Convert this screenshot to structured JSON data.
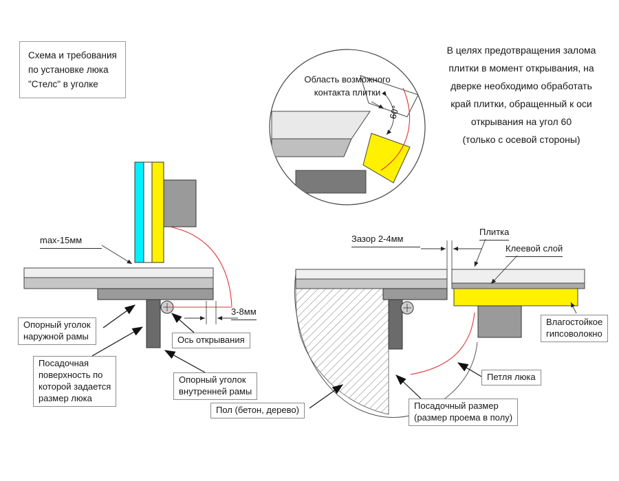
{
  "header": {
    "title_lines": [
      "Схема и требования",
      "по установке люка",
      "\"Стелс\" в уголке"
    ],
    "note_lines": [
      "В целях предотвращения залома",
      "плитки в момент открывания, на",
      "дверке необходимо обработать",
      "край плитки, обращенный к оси",
      "открывания на угол 60",
      "(только с осевой стороны)"
    ]
  },
  "detail": {
    "label_lines": [
      "Область возможного",
      "контакта плитки"
    ],
    "angle_label": "60°"
  },
  "left_diagram": {
    "max_overhang": "max-15мм",
    "axis_gap": "3-8мм",
    "axis_label": "Ось открывания",
    "outer_angle_lines": [
      "Опорный уголок",
      "наружной рамы"
    ],
    "seating_lines": [
      "Посадочная",
      "поверхность по",
      "которой задается",
      "размер люка"
    ],
    "inner_angle_lines": [
      "Опорный уголок",
      "внутренней рамы"
    ],
    "floor_label": "Пол (бетон, дерево)"
  },
  "right_diagram": {
    "gap_label": "Зазор 2-4мм",
    "tile_label": "Плитка",
    "adhesive_label": "Клеевой слой",
    "gypsum_lines": [
      "Влагостойкое",
      "гипсоволокно"
    ],
    "hinge_label": "Петля люка",
    "opening_lines": [
      "Посадочный размер",
      "(размер проема в полу)"
    ]
  },
  "colors": {
    "tile_cyan": "#00F0FF",
    "gypsum_yellow": "#FFF100",
    "frame_gray": "#9A9A9A",
    "dark_frame_gray": "#6B6B6B",
    "swing_red": "#E03131"
  }
}
